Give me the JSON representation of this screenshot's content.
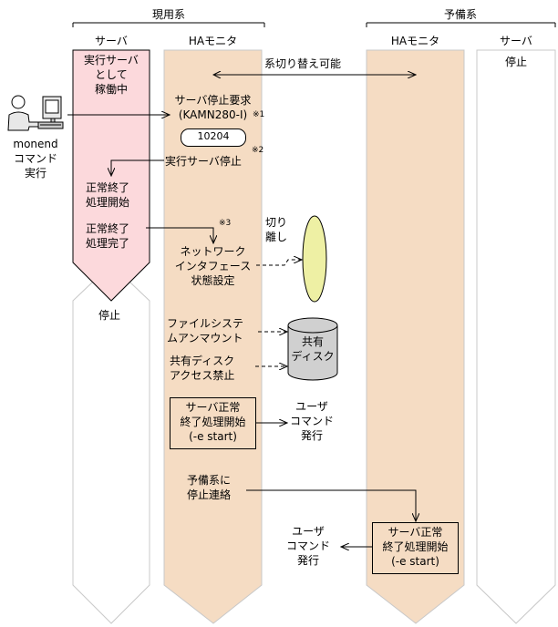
{
  "headers": {
    "active_system": "現用系",
    "standby_system": "予備系",
    "server": "サーバ",
    "ha_monitor": "HAモニタ"
  },
  "active_server": {
    "running": "実行サーバ\nとして\n稼働中",
    "normal_end_start": "正常終了\n処理開始",
    "normal_end_done": "正常終了\n処理完了",
    "stopped": "停止"
  },
  "operator": {
    "label": "monend\nコマンド\n実行"
  },
  "active_ha": {
    "switchable": "系切り替え可能",
    "stop_request": "サーバ停止要求\n(KAMN280-I)",
    "stop_request_note": "※1",
    "message_code": "10204",
    "exec_server_stop": "実行サーバ停止",
    "exec_server_stop_note": "※2",
    "after_done_note": "※3",
    "network_setting": "ネットワーク\nインタフェース\n状態設定",
    "filesystem_unmount": "ファイルシステ\nムアンマウント",
    "disk_access_ban": "共有ディスク\nアクセス禁止",
    "user_cmd_box": "サーバ正常\n終了処理開始\n(-e start)",
    "user_cmd_issue": "ユーザ\nコマンド\n発行",
    "notify_standby": "予備系に\n停止連絡"
  },
  "resources": {
    "detach": "切り\n離し",
    "shared_disk": "共有\nディスク"
  },
  "standby_ha": {
    "user_cmd_box": "サーバ正常\n終了処理開始\n(-e start)",
    "user_cmd_issue": "ユーザ\nコマンド\n発行"
  },
  "standby_server": {
    "stopped": "停止"
  },
  "colors": {
    "ha_lane": "#f5dcc3",
    "server_running": "#fcd9dc",
    "lane_border": "#c8c8c8",
    "ellipse_fill": "#eef0a4",
    "disk_fill": "#d0d0d0"
  }
}
